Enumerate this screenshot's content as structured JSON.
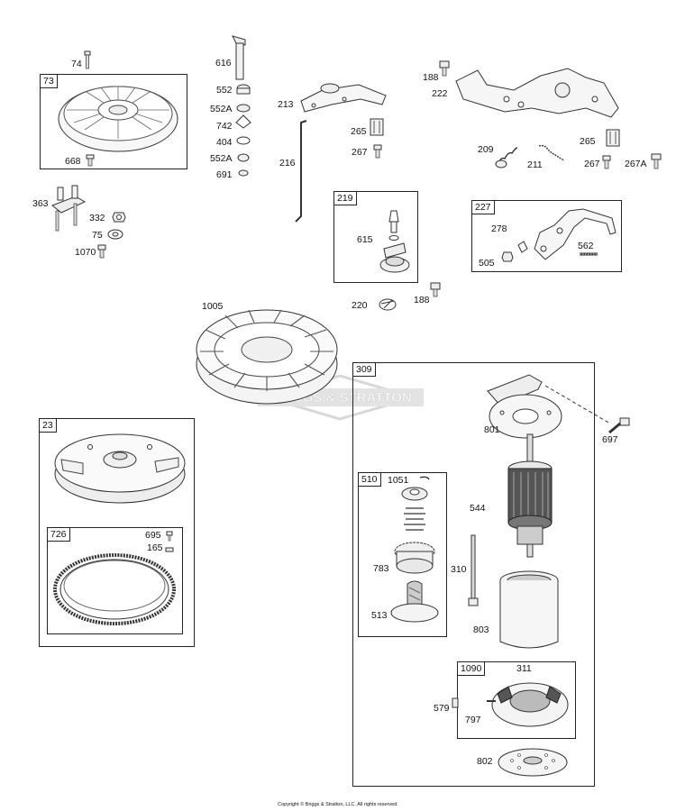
{
  "watermark": {
    "brand": "BRIGGS & STRATTON"
  },
  "copyright": "Copyright © Briggs & Stratton, LLC. All rights reserved.",
  "groups": [
    {
      "id": "g73",
      "number": "73"
    },
    {
      "id": "g219",
      "number": "219"
    },
    {
      "id": "g227",
      "number": "227"
    },
    {
      "id": "g23",
      "number": "23"
    },
    {
      "id": "g726",
      "number": "726"
    },
    {
      "id": "g309",
      "number": "309"
    },
    {
      "id": "g510",
      "number": "510"
    },
    {
      "id": "g1090",
      "number": "1090"
    }
  ],
  "labels": [
    "74",
    "668",
    "616",
    "552",
    "552A",
    "742",
    "404",
    "552A",
    "691",
    "213",
    "216",
    "265",
    "267",
    "188",
    "222",
    "209",
    "211",
    "265",
    "267",
    "267A",
    "363",
    "332",
    "75",
    "1070",
    "615",
    "220",
    "188",
    "278",
    "562",
    "505",
    "1005",
    "695",
    "165",
    "801",
    "697",
    "1051",
    "544",
    "783",
    "310",
    "513",
    "803",
    "311",
    "579",
    "797",
    "802"
  ]
}
